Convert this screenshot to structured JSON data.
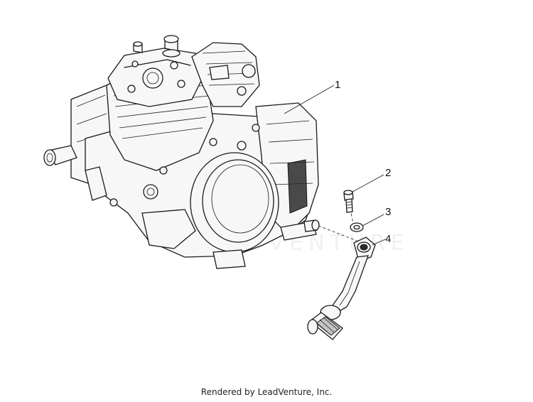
{
  "diagram": {
    "callouts": [
      {
        "id": "1",
        "label": "1"
      },
      {
        "id": "2",
        "label": "2"
      },
      {
        "id": "3",
        "label": "3"
      },
      {
        "id": "4",
        "label": "4"
      }
    ]
  },
  "watermark": {
    "text": "LEADVENTURE"
  },
  "footer": {
    "credit": "Rendered by LeadVenture, Inc."
  }
}
